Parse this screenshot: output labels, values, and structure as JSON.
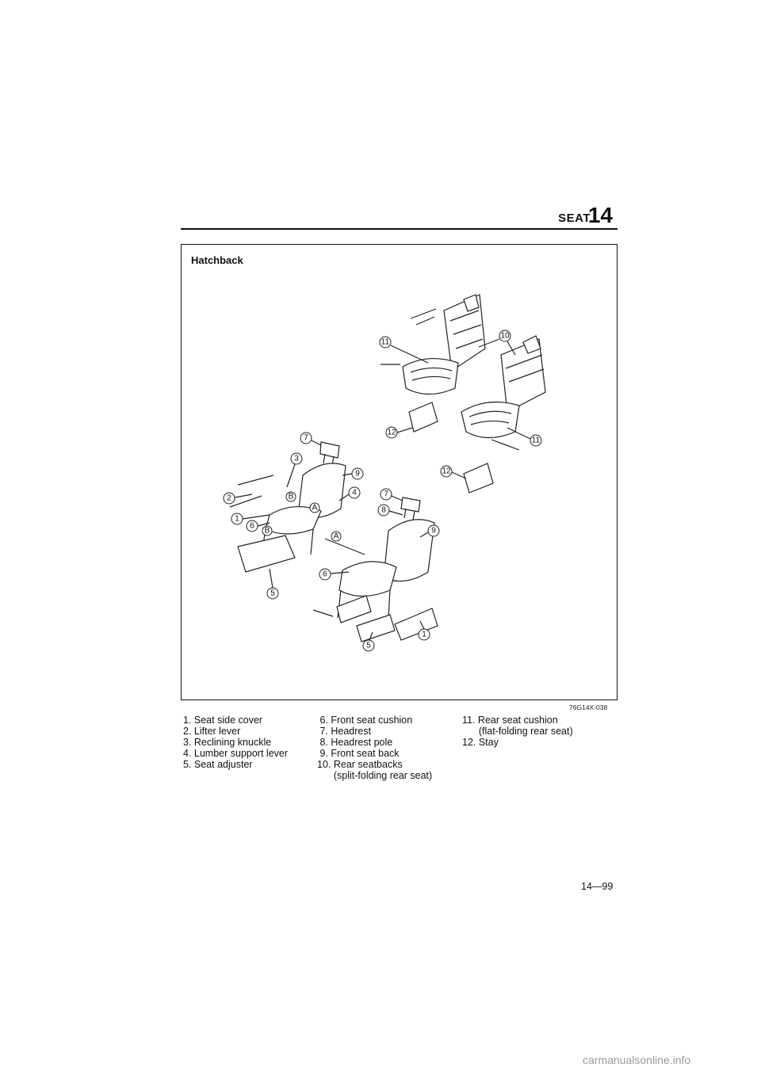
{
  "header": {
    "section": "SEAT",
    "number": "14"
  },
  "figure": {
    "title": "Hatchback",
    "code": "76G14X-038",
    "callouts": [
      "11",
      "10",
      "12",
      "11",
      "12",
      "7",
      "3",
      "9",
      "2",
      "4",
      "1",
      "6",
      "B",
      "A",
      "A",
      "B",
      "7",
      "8",
      "9",
      "6",
      "5",
      "5",
      "1"
    ]
  },
  "legend": {
    "col1": [
      "1. Seat side cover",
      "2. Lifter lever",
      "3. Reclining knuckle",
      "4. Lumber support lever",
      "5. Seat adjuster"
    ],
    "col2": [
      " 6. Front seat cushion",
      " 7. Headrest",
      " 8. Headrest pole",
      " 9. Front seat back",
      "10. Rear seatbacks",
      "      (split-folding rear seat)"
    ],
    "col3": [
      "11. Rear seat cushion",
      "      (flat-folding rear seat)",
      "12. Stay"
    ]
  },
  "page_number": "14—99",
  "watermark": "carmanualsonline.info"
}
